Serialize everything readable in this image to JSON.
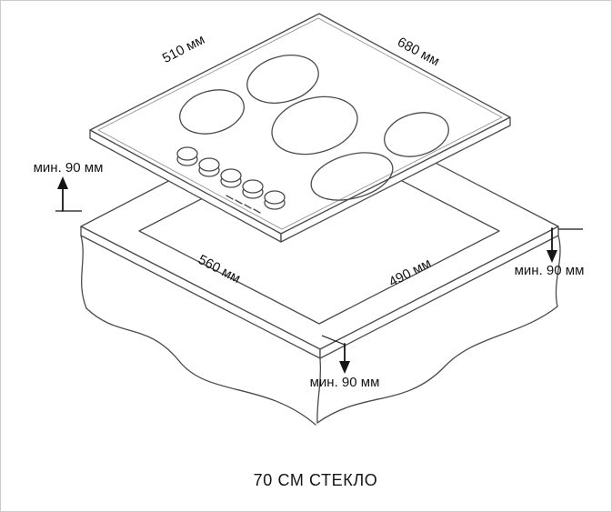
{
  "diagram": {
    "type": "hob-installation-dimensions",
    "caption": "70 СМ СТЕКЛО",
    "labels": {
      "hob_depth": "510 мм",
      "hob_width": "680 мм",
      "cutout_width": "560 мм",
      "cutout_depth": "490 мм",
      "clearance_left": "мин. 90 мм",
      "clearance_right": "мин. 90 мм",
      "clearance_bottom": "мин. 90 мм"
    },
    "colors": {
      "line": "#4a4a4a",
      "text": "#141414",
      "background": "#ffffff",
      "border": "#cccccc"
    }
  }
}
